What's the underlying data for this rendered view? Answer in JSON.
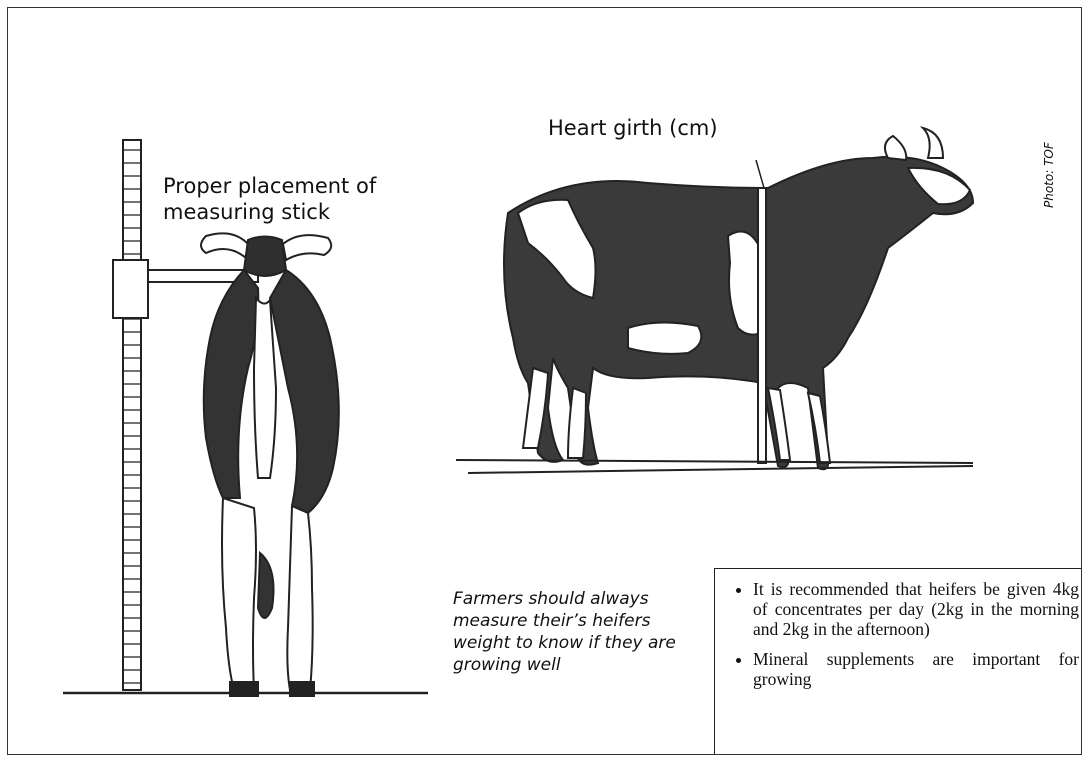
{
  "figure": {
    "stick_label": "Proper placement of measuring stick",
    "girth_label": "Heart girth (cm)",
    "photo_credit": "Photo: TOF",
    "caption": "Farmers should always measure their’s heifers weight to know if they are growing well"
  },
  "sidebar": {
    "items": [
      {
        "text": "It is recommended that heifers be given 4kg of concentrates per day (2kg in the morning and 2kg in the afternoon)"
      },
      {
        "text": "Mineral supplements are important for growing"
      }
    ]
  }
}
